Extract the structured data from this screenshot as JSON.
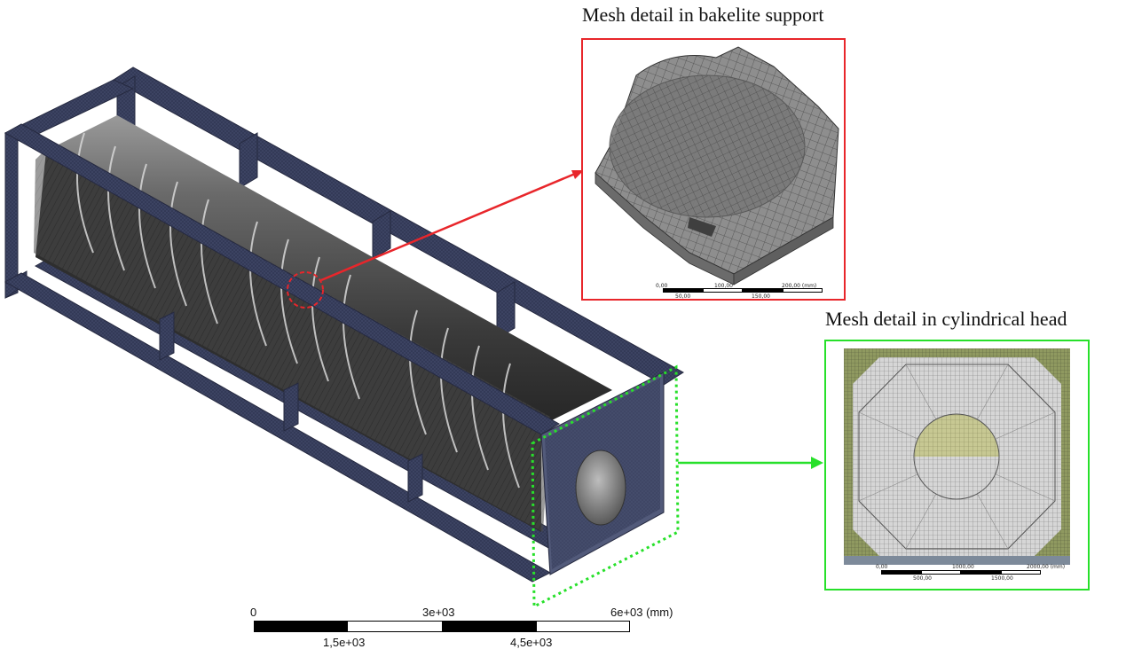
{
  "titles": {
    "bakelite": "Mesh detail in bakelite support",
    "head": "Mesh detail in cylindrical head"
  },
  "main_scale": {
    "top_labels": [
      "0",
      "3e+03",
      "6e+03 (mm)"
    ],
    "bottom_labels": [
      "1,5e+03",
      "4,5e+03"
    ]
  },
  "bakelite_inset": {
    "scale_top_labels": [
      "0,00",
      "100,00",
      "200,00 (mm)"
    ],
    "scale_bottom_labels": [
      "50,00",
      "150,00"
    ]
  },
  "head_inset": {
    "scale_top_labels": [
      "0,00",
      "1000,00",
      "2000,00 (mm)"
    ],
    "scale_bottom_labels": [
      "500,00",
      "1500,00"
    ]
  },
  "colors": {
    "frame": "#3d4463",
    "frame_dark": "#2a2f4a",
    "tank": "#5a5a5a",
    "bakelite_callout": "#e8262b",
    "head_callout": "#27e02a",
    "mesh_gray": "#8c8c8c",
    "head_yellow": "#c7c893"
  }
}
